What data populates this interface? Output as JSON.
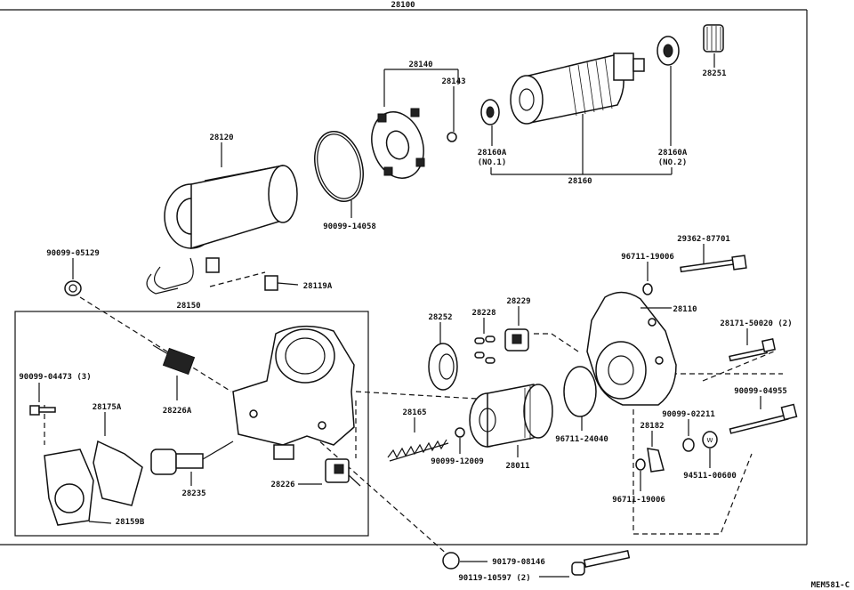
{
  "diagram": {
    "assembly_number": "28100",
    "drawing_code": "MEM581-C",
    "labels": {
      "p28140": "28140",
      "p28143": "28143",
      "p28120": "28120",
      "p28160A_no1_a": "28160A",
      "p28160A_no1_b": "(NO.1)",
      "p28160A_no2_a": "28160A",
      "p28160A_no2_b": "(NO.2)",
      "p28160": "28160",
      "p28251": "28251",
      "p90099_14058": "90099-14058",
      "p90099_05129": "90099-05129",
      "p28119A": "28119A",
      "p28150": "28150",
      "p96711_19006_top": "96711-19006",
      "p29362_87701": "29362-87701",
      "p28110": "28110",
      "p28171_50020": "28171-50020 (2)",
      "p28252": "28252",
      "p28228": "28228",
      "p28229": "28229",
      "p90099_04473": "90099-04473 (3)",
      "p28175A": "28175A",
      "p28226A": "28226A",
      "p28159B": "28159B",
      "p28235": "28235",
      "p28226": "28226",
      "p28165": "28165",
      "p90099_12009": "90099-12009",
      "p28011": "28011",
      "p96711_24040": "96711-24040",
      "p90099_04955": "90099-04955",
      "p90099_02211": "90099-02211",
      "p28182": "28182",
      "p94511_00600": "94511-00600",
      "p96711_19006_bottom": "96711-19006",
      "p90179_08146": "90179-08146",
      "p90119_10597": "90119-10597 (2)"
    }
  }
}
